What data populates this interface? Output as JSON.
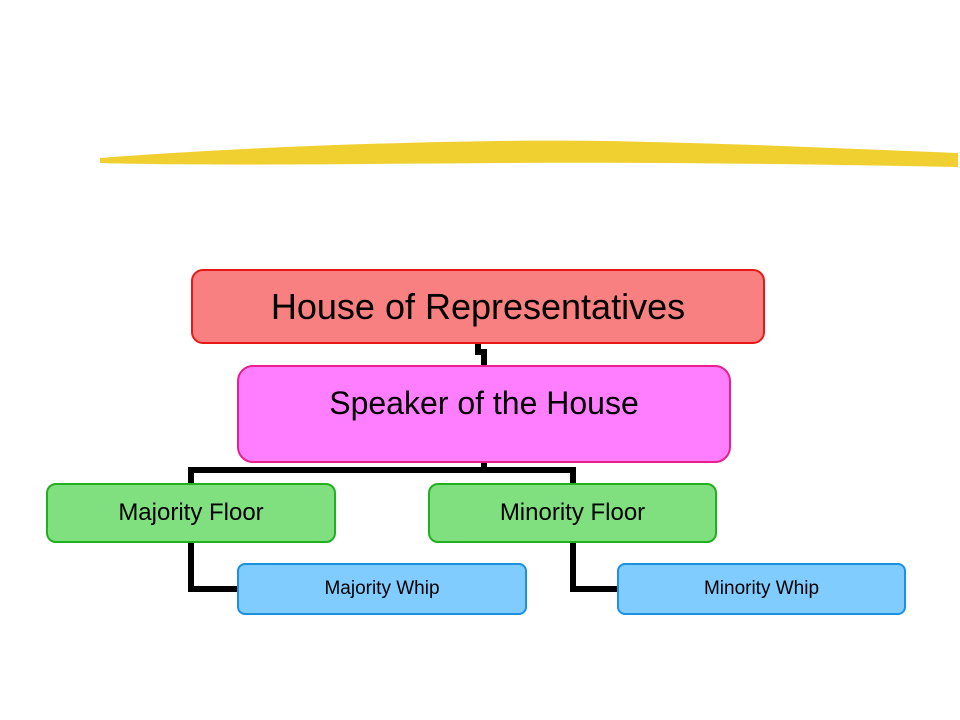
{
  "diagram": {
    "type": "org-chart",
    "nodes": {
      "house": {
        "label": "House of Representatives",
        "fill": "#F88080",
        "border": "#E81818"
      },
      "speaker": {
        "label": "Speaker of the House",
        "fill": "#FF7EFF",
        "border": "#E8208C"
      },
      "majority_floor": {
        "label": "Majority Floor",
        "fill": "#80E080",
        "border": "#20B020"
      },
      "minority_floor": {
        "label": "Minority Floor",
        "fill": "#80E080",
        "border": "#20B020"
      },
      "majority_whip": {
        "label": "Majority Whip",
        "fill": "#80CCFF",
        "border": "#1E90E0"
      },
      "minority_whip": {
        "label": "Minority Whip",
        "fill": "#80CCFF",
        "border": "#1E90E0"
      }
    },
    "edges": [
      [
        "house",
        "speaker"
      ],
      [
        "speaker",
        "majority_floor"
      ],
      [
        "speaker",
        "minority_floor"
      ],
      [
        "majority_floor",
        "majority_whip"
      ],
      [
        "minority_floor",
        "minority_whip"
      ]
    ],
    "connector_color": "#000000",
    "accent_stroke_color": "#F0D030"
  }
}
